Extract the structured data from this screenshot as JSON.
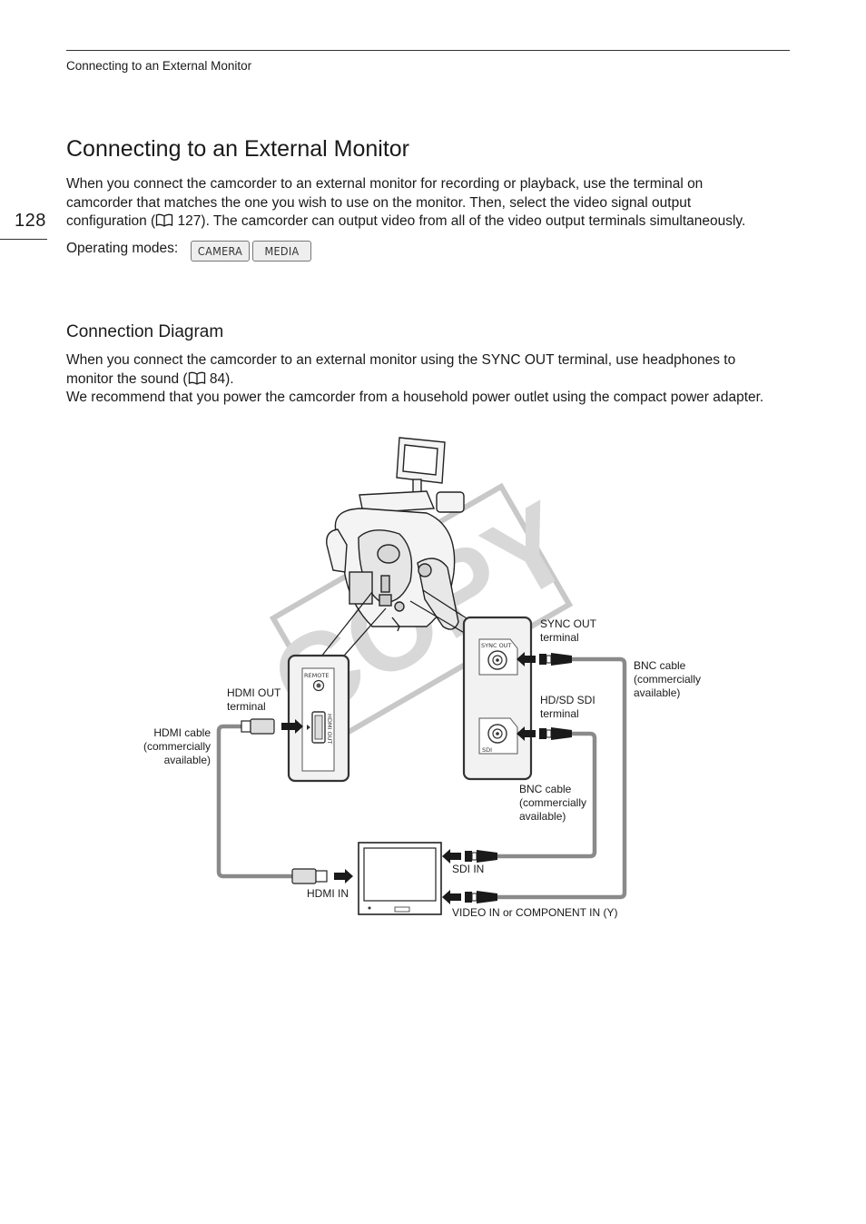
{
  "header": {
    "section_title": "Connecting to an External Monitor"
  },
  "page_number": "128",
  "title": "Connecting to an External Monitor",
  "intro": {
    "line1": "When you connect the camcorder to an external monitor for recording or playback, use the terminal on",
    "line2": "camcorder that matches the one you wish to use on the monitor. Then, select the video signal output",
    "line3_before": "configuration (",
    "line3_after": " 127). The camcorder can output video from all of the video output terminals simultaneously."
  },
  "operating_modes": {
    "label": "Operating modes:",
    "modes": [
      "CAMERA",
      "MEDIA"
    ]
  },
  "connection_diagram": {
    "heading": "Connection Diagram",
    "para1_line1": "When you connect the camcorder to an external monitor using the SYNC OUT terminal, use headphones to",
    "para1_line2_before": "monitor the sound (",
    "para1_line2_after": " 84).",
    "para2": "We recommend that you power the camcorder from a household power outlet using the compact power adapter."
  },
  "diagram": {
    "watermark": "COPY",
    "panel_left": {
      "remote": "REMOTE",
      "hdmi_out": "HDMI OUT"
    },
    "panel_right": {
      "sync_out": "SYNC OUT",
      "sdi": "SDI"
    },
    "labels": {
      "sync_out_terminal": [
        "SYNC OUT",
        "terminal"
      ],
      "bnc_cable_top": [
        "BNC cable",
        "(commercially",
        "available)"
      ],
      "hd_sd_sdi_terminal": [
        "HD/SD SDI",
        "terminal"
      ],
      "bnc_cable_bottom": [
        "BNC cable",
        "(commercially",
        "available)"
      ],
      "hdmi_out_terminal": [
        "HDMI OUT",
        "terminal"
      ],
      "hdmi_cable": [
        "HDMI cable",
        "(commercially",
        "available)"
      ],
      "sdi_in": "SDI IN",
      "hdmi_in": "HDMI IN",
      "video_in": "VIDEO IN or COMPONENT IN (Y)"
    }
  }
}
